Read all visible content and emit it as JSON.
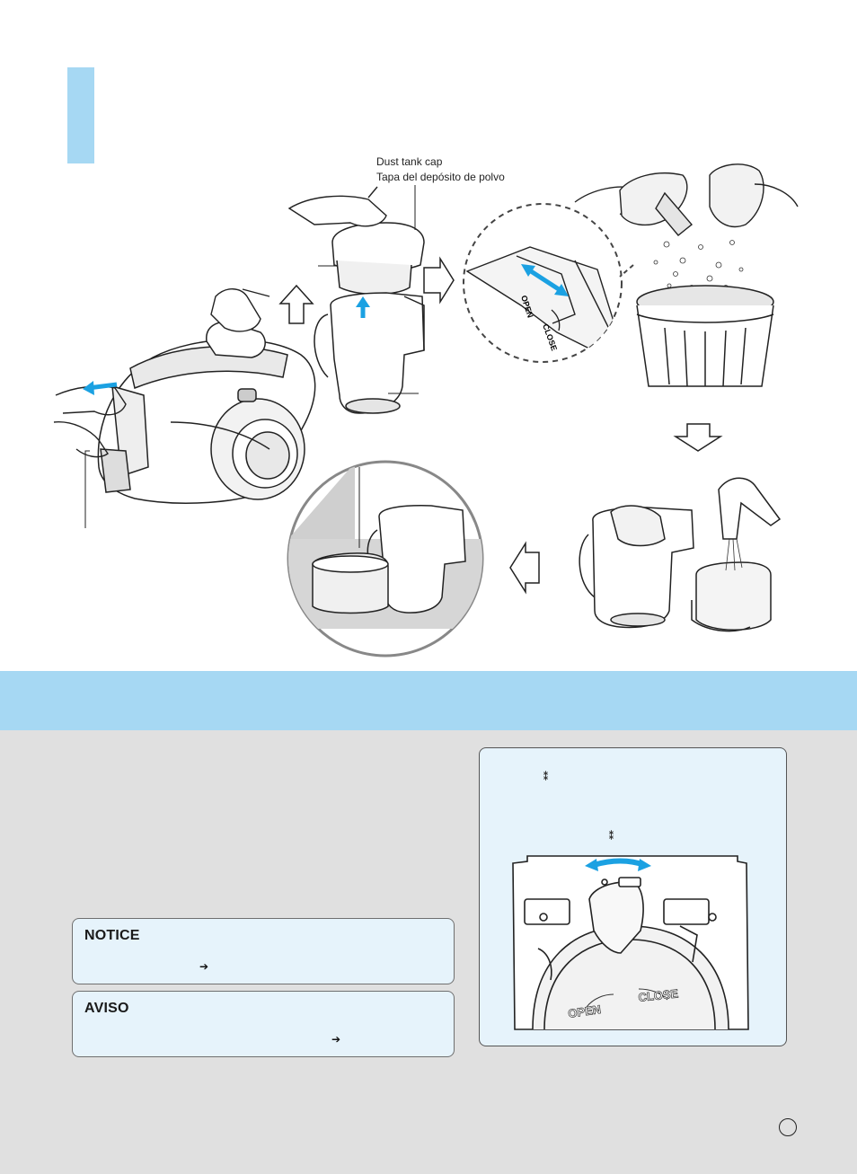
{
  "labels": {
    "dust_tank_cap_en": "Dust tank cap",
    "dust_tank_cap_es": "Tapa del depósito de polvo"
  },
  "dial": {
    "open": "OPEN",
    "close": "CLOSE"
  },
  "inset": {
    "open": "OPEN",
    "close": "CLOSE"
  },
  "notices": {
    "notice_title": "NOTICE",
    "aviso_title": "AVISO"
  },
  "colors": {
    "accent": "#a6d8f3",
    "arrow_blue": "#1ba1e2",
    "panel_bg": "#e6f3fb",
    "section_gray": "#e0e0e0"
  },
  "icons": [
    "up-arrow-icon",
    "right-arrow-icon",
    "down-arrow-icon",
    "left-arrow-icon",
    "page-number-circle"
  ]
}
